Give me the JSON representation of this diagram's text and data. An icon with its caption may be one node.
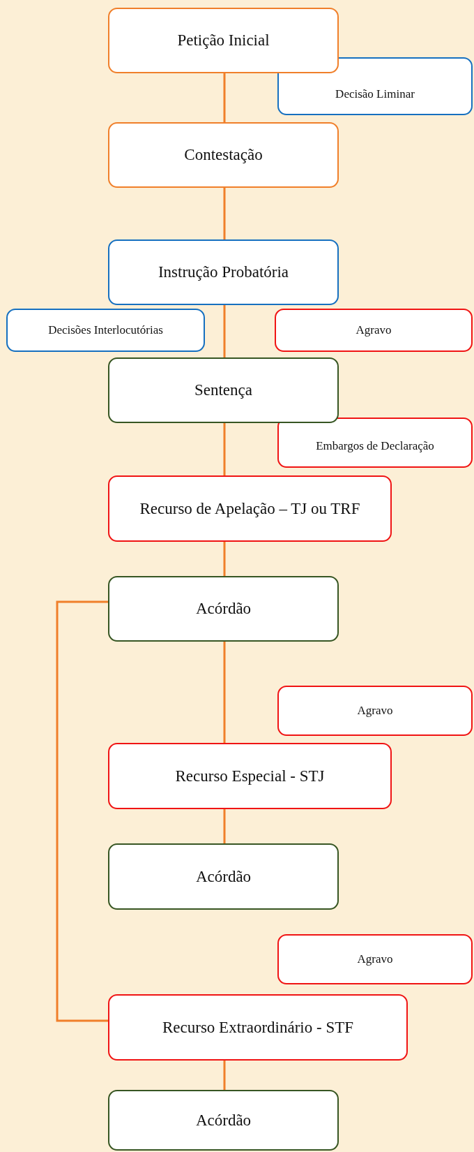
{
  "diagram": {
    "nodes": [
      {
        "text": [
          "Petição Inicial"
        ]
      },
      {
        "text": [
          "Decisão Liminar"
        ]
      },
      {
        "text": [
          "Contestação"
        ]
      },
      {
        "text": [
          "Instrução Probatória"
        ]
      },
      {
        "text": [
          "Decisões Interlocutórias"
        ]
      },
      {
        "text": [
          "Agravo"
        ]
      },
      {
        "text": [
          "Sentença"
        ]
      },
      {
        "text": [
          "Embargos de Declaração"
        ]
      },
      {
        "text": [
          "Recurso de Apelação – TJ ou TRF"
        ]
      },
      {
        "text": [
          "Acórdão"
        ]
      },
      {
        "text": [
          "Agravo"
        ]
      },
      {
        "text": [
          "Recurso Especial - STJ"
        ]
      },
      {
        "text": [
          "Acórdão"
        ]
      },
      {
        "text": [
          "Agravo"
        ]
      },
      {
        "text": [
          "Recurso Extraordinário - STF"
        ]
      },
      {
        "text": [
          "Acórdão"
        ]
      }
    ],
    "edges": [
      {
        "from": 0,
        "to": 2,
        "arrow": "none"
      },
      {
        "from": 2,
        "to": 3,
        "arrow": "none"
      },
      {
        "from": 3,
        "to": 6,
        "arrow": "none"
      },
      {
        "from": 6,
        "to": 8,
        "arrow": "none"
      },
      {
        "from": 8,
        "to": 9,
        "arrow": "none"
      },
      {
        "from": 9,
        "to": 11,
        "arrow": "none"
      },
      {
        "from": 11,
        "to": 12,
        "arrow": "none"
      },
      {
        "from": 9,
        "to": 14,
        "arrow": "none"
      },
      {
        "from": 14,
        "to": 15,
        "arrow": "none"
      }
    ]
  }
}
